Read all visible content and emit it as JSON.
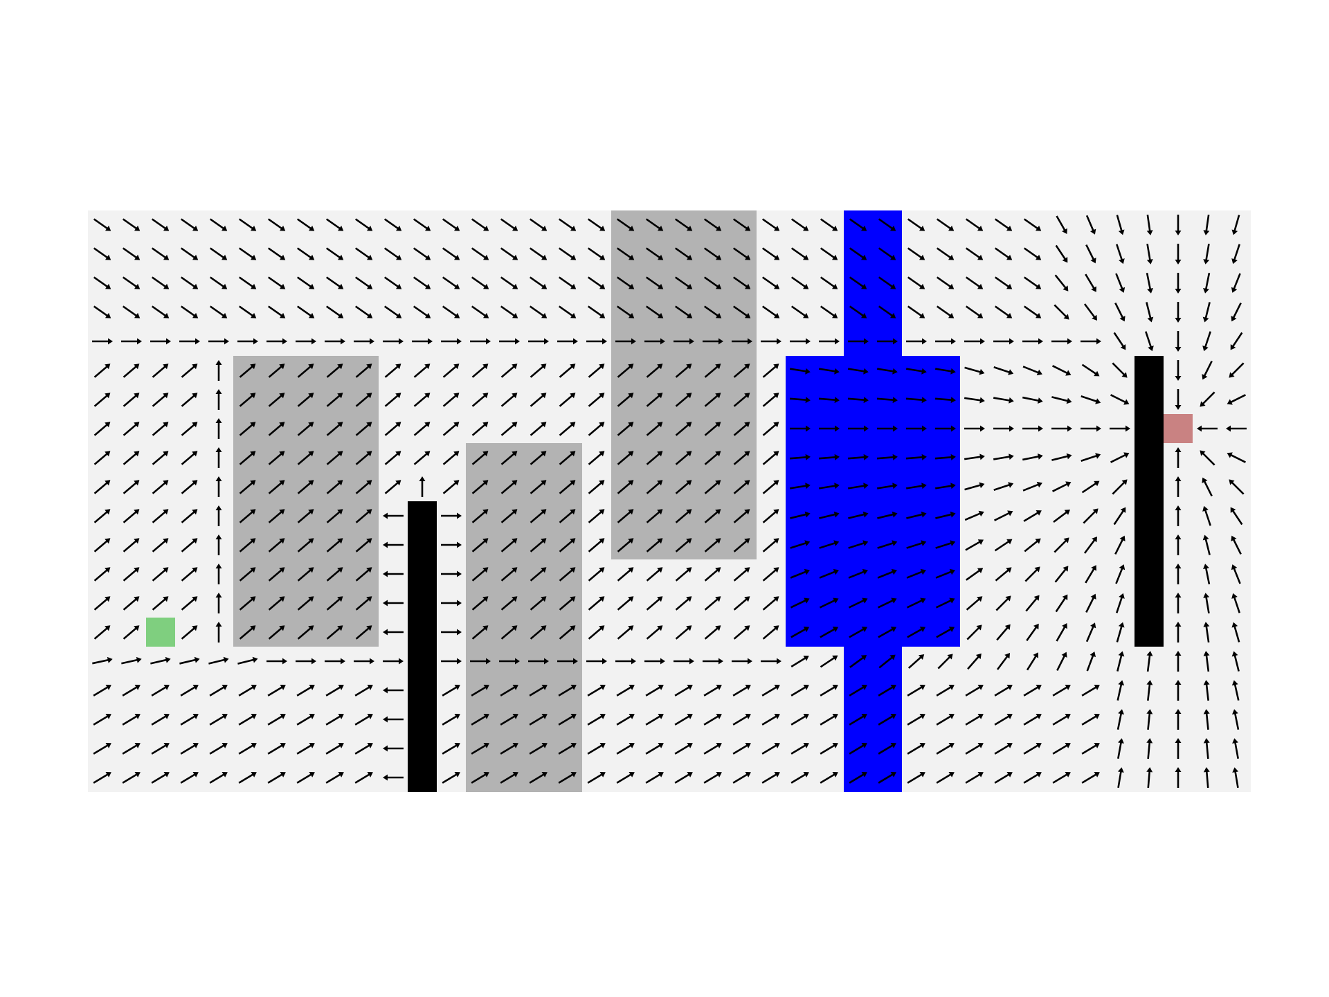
{
  "grid": {
    "cols": 40,
    "rows": 20
  },
  "colors": {
    "background": "#f2f2f2",
    "slow_zone": "#b3b3b3",
    "water": "#0000ff",
    "wall": "#000000",
    "start": "#7fcf7f",
    "goal": "#c98282",
    "arrow": "#000000"
  },
  "legend_items": [],
  "start": {
    "col": 2,
    "row": 14
  },
  "goal": {
    "col": 37,
    "row": 7
  },
  "walls": [
    {
      "col0": 11,
      "col1": 12,
      "row0": 10,
      "row1": 20
    },
    {
      "col0": 36,
      "col1": 37,
      "row0": 5,
      "row1": 15
    }
  ],
  "slow_zones": [
    {
      "col0": 5,
      "col1": 10,
      "row0": 5,
      "row1": 15
    },
    {
      "col0": 13,
      "col1": 17,
      "row0": 8,
      "row1": 20
    },
    {
      "col0": 18,
      "col1": 23,
      "row0": 0,
      "row1": 12
    }
  ],
  "water": [
    {
      "col0": 26,
      "col1": 28,
      "row0": 0,
      "row1": 20
    },
    {
      "col0": 24,
      "col1": 30,
      "row0": 5,
      "row1": 15
    }
  ]
}
